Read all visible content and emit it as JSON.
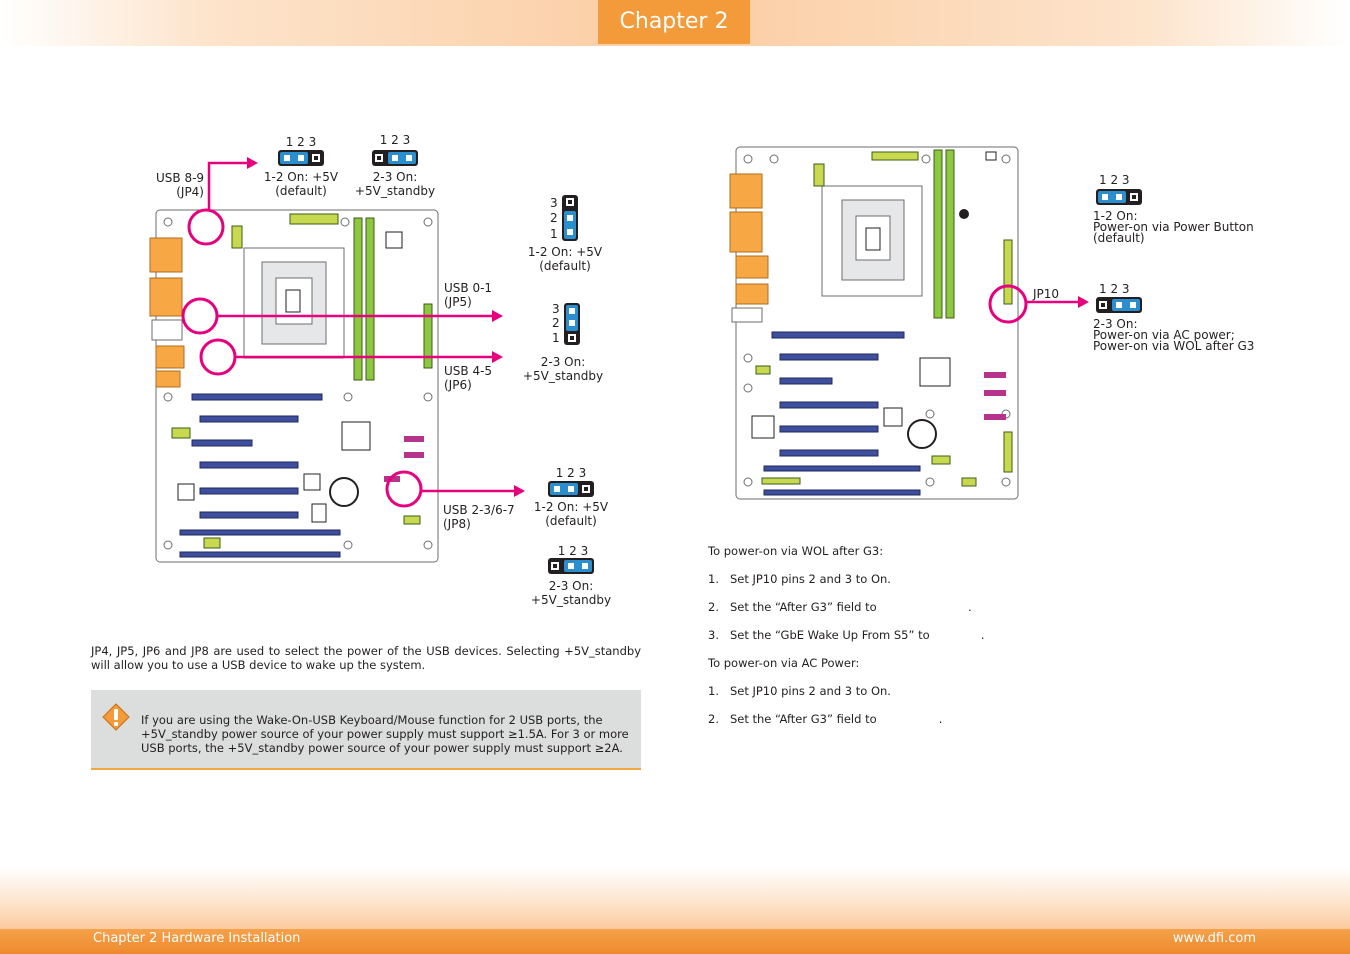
{
  "header": {
    "chapter_tab": "Chapter 2"
  },
  "footer": {
    "left": "Chapter 2 Hardware Installation",
    "right": "www.dfi.com"
  },
  "left_diagram": {
    "jp4": {
      "label_line1": "USB 8-9",
      "label_line2": "(JP4)",
      "opt1": {
        "pins": "1  2  3",
        "line1": "1-2 On: +5V",
        "line2": "(default)"
      },
      "opt2": {
        "pins": "1  2  3",
        "line1": "2-3 On:",
        "line2": "+5V_standby"
      }
    },
    "jp5": {
      "label_line1": "USB 0-1",
      "label_line2": "(JP5)",
      "pin3": "3",
      "pin2": "2",
      "pin1": "1",
      "line1": "1-2 On: +5V",
      "line2": "(default)"
    },
    "jp6": {
      "label_line1": "USB 4-5",
      "label_line2": "(JP6)",
      "pin3": "3",
      "pin2": "2",
      "pin1": "1",
      "line1": "2-3 On:",
      "line2": "+5V_standby"
    },
    "jp8": {
      "label_line1": "USB 2-3/6-7",
      "label_line2": "(JP8)",
      "opt1": {
        "pins": "1  2  3",
        "line1": "1-2 On: +5V",
        "line2": "(default)"
      },
      "opt2": {
        "pins": "1  2  3",
        "line1": "2-3 On:",
        "line2": "+5V_standby"
      }
    }
  },
  "right_diagram": {
    "jp10_label": "JP10",
    "opt1": {
      "pins": "1  2  3",
      "line1": "1-2 On:",
      "line2": "Power-on via Power Button",
      "line3": "(default)"
    },
    "opt2": {
      "pins": "1  2  3",
      "line1": "2-3 On:",
      "line2": "Power-on via AC power;",
      "line3": "Power-on via WOL after G3"
    }
  },
  "body_text": "JP4, JP5, JP6 and JP8 are used to select the power of the USB devices. Selecting +5V_standby will allow you to use a USB device to wake up the system.",
  "warning_text": "If you are using the Wake-On-USB Keyboard/Mouse function for 2 USB ports, the +5V_standby power source of your power supply must support ≥1.5A. For 3 or more USB ports, the +5V_standby power source of your power supply must support ≥2A.",
  "instructions": {
    "wol_heading": "To power-on via WOL after G3:",
    "wol_steps": [
      "1.   Set JP10 pins 2 and 3 to On.",
      "2.   Set the “After G3” field to                         .",
      "3.   Set the “GbE Wake Up From S5” to              ."
    ],
    "ac_heading": "To power-on via AC Power:",
    "ac_steps": [
      "1.   Set JP10 pins 2 and 3 to On.",
      "2.   Set the “After G3” field to                 ."
    ]
  },
  "colors": {
    "accent_orange": "#f39a3a",
    "jumper_cap_blue": "#2b8fcf",
    "callout_magenta": "#e6007e",
    "connector_orange": "#f7a844",
    "slot_blue": "#3f4f9e",
    "dimm_green": "#8dc63f"
  }
}
